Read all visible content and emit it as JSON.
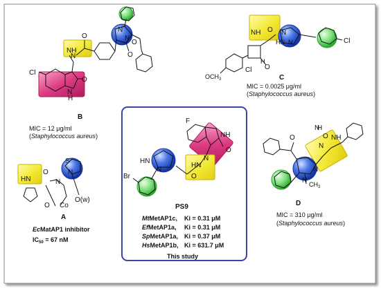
{
  "compounds": {
    "A": {
      "label": "A",
      "atoms": {
        "S": "S",
        "N_ring": "N",
        "N": "N",
        "HN": "HN",
        "O1": "O",
        "O2": "O",
        "Co": "Co",
        "Ow": "O(w)"
      },
      "caption_line1_prefix": "Ec",
      "caption_line1_suffix": "MatAP1 inhibitor",
      "caption_line2_prefix": "IC",
      "caption_line2_sub": "50",
      "caption_line2_suffix": " = 67 nM"
    },
    "B": {
      "label": "B",
      "atoms": {
        "Cl": "Cl",
        "NH_indole": "N",
        "H": "H",
        "O_indole": "O",
        "N_hydrazone": "N",
        "NH": "NH",
        "O_amide": "O",
        "N1": "N",
        "N2": "N",
        "O_oxaz": "O",
        "O_ring": "O"
      },
      "mic": "MIC = 12 μg/ml",
      "organism": "Staphylococcus aureus"
    },
    "C": {
      "label": "C",
      "atoms": {
        "O": "O",
        "NH": "NH",
        "N_lactam": "N",
        "O_lactam": "O",
        "HN": "HN",
        "N": "N",
        "Cl_ring": "Cl",
        "OCH3": "OCH",
        "OCH3_sub": "3",
        "Cl": "Cl",
        "H": "H"
      },
      "mic": "MIC = 0.0025 μg/ml",
      "organism": "Staphylococcus aureus"
    },
    "PS9": {
      "label": "PS9",
      "atoms": {
        "F": "F",
        "NH_indole": "NH",
        "O_indole": "O",
        "N": "N",
        "HN_link": "HN",
        "O_amide": "O",
        "HN_pyr": "HN",
        "N_pyr": "N",
        "Br": "Br"
      },
      "ki": [
        {
          "prefix": "Mt",
          "enzyme": "MetAP1c,",
          "ki": "Ki = 0.31 μM"
        },
        {
          "prefix": "Ef",
          "enzyme": "MetAP1a,",
          "ki": "Ki = 0.31 μM"
        },
        {
          "prefix": "Sp",
          "enzyme": "MetAP1a,",
          "ki": "Ki = 0.37 μM"
        },
        {
          "prefix": "Hs",
          "enzyme": "MetAP1b,",
          "ki": "Ki = 631.7 μM"
        }
      ],
      "study": "This study"
    },
    "D": {
      "label": "D",
      "atoms": {
        "O1": "O",
        "O2": "O",
        "H": "H",
        "NH": "NH",
        "N_top": "N",
        "N": "N",
        "N_me": "N",
        "CH3": "CH",
        "CH3_sub": "3",
        "N_hn": "N"
      },
      "mic": "MIC = 310 μg/ml",
      "organism": "Staphylococcus aureus"
    }
  },
  "colors": {
    "highlight_yellow": "#f4ea3a",
    "highlight_magenta": "#d6317a",
    "highlight_blue": "#1f48c9",
    "highlight_green": "#3ac23a",
    "frame_blue": "#3b44a6"
  }
}
